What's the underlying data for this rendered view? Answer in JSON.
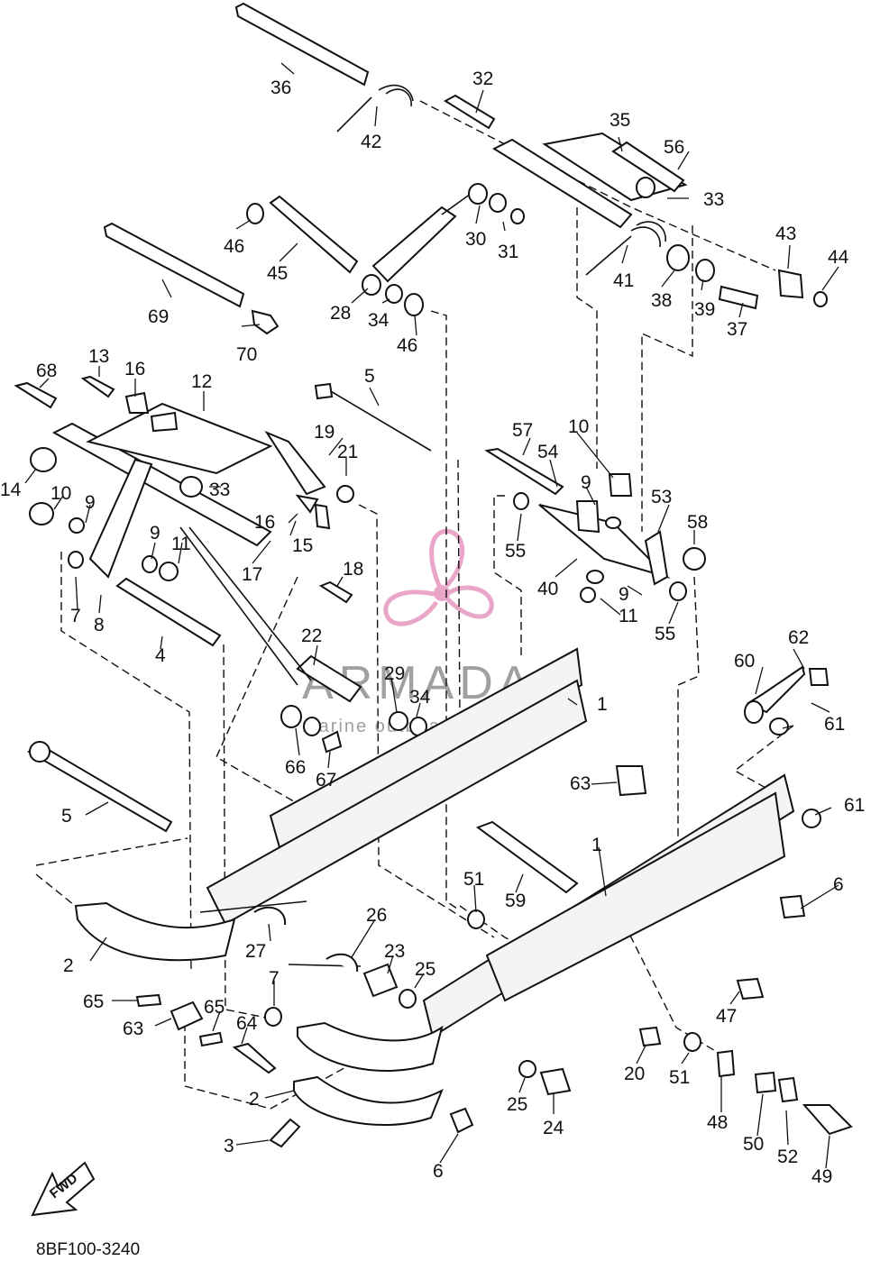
{
  "diagram": {
    "code": "8BF100-3240",
    "fwd_label": "FWD",
    "watermark": {
      "brand": "ARMADA",
      "tagline": "marine outboards",
      "accent_color": "#e9a6c9"
    },
    "callouts": [
      "1",
      "1",
      "2",
      "2",
      "3",
      "4",
      "5",
      "5",
      "6",
      "6",
      "7",
      "7",
      "8",
      "9",
      "9",
      "9",
      "9",
      "10",
      "10",
      "11",
      "11",
      "12",
      "13",
      "14",
      "15",
      "16",
      "16",
      "17",
      "18",
      "19",
      "20",
      "21",
      "22",
      "23",
      "24",
      "25",
      "25",
      "26",
      "27",
      "28",
      "29",
      "30",
      "31",
      "32",
      "33",
      "33",
      "34",
      "34",
      "35",
      "36",
      "37",
      "38",
      "39",
      "40",
      "41",
      "42",
      "43",
      "44",
      "45",
      "46",
      "46",
      "47",
      "48",
      "49",
      "50",
      "51",
      "51",
      "52",
      "53",
      "54",
      "55",
      "55",
      "56",
      "57",
      "58",
      "59",
      "60",
      "61",
      "61",
      "62",
      "63",
      "63",
      "64",
      "65",
      "65",
      "66",
      "67",
      "68",
      "69",
      "70"
    ]
  }
}
